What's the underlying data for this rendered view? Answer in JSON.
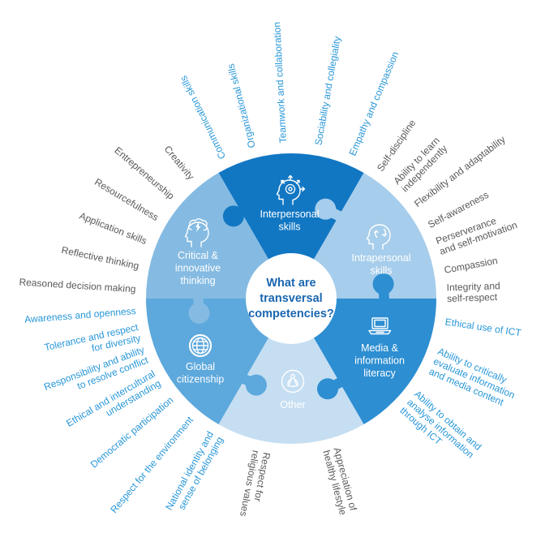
{
  "center": {
    "lines": [
      "What are",
      "transversal",
      "competencies?"
    ],
    "text_color": "#1a67b0"
  },
  "colors": {
    "blue_label": "#2997d8",
    "gray_label": "#59595b",
    "background": "#ffffff"
  },
  "segments": [
    {
      "name": "interpersonal-skills",
      "label_lines": [
        "Interpersonal",
        "skills"
      ],
      "color": "#1277c3",
      "start_angle": 330,
      "end_angle": 390,
      "icon": "head-gear-arrows-icon"
    },
    {
      "name": "intrapersonal-skills",
      "label_lines": [
        "Intrapersonal",
        "skills"
      ],
      "color": "#a6cdeb",
      "start_angle": 30,
      "end_angle": 90,
      "icon": "head-refresh-icon"
    },
    {
      "name": "media-information-literacy",
      "label_lines": [
        "Media &",
        "information",
        "literacy"
      ],
      "color": "#2d8ed2",
      "start_angle": 90,
      "end_angle": 150,
      "icon": "laptop-icon"
    },
    {
      "name": "other",
      "label_lines": [
        "Other"
      ],
      "color": "#c5def2",
      "start_angle": 150,
      "end_angle": 210,
      "icon": "meditation-icon"
    },
    {
      "name": "global-citizenship",
      "label_lines": [
        "Global",
        "citizenship"
      ],
      "color": "#5da8dc",
      "start_angle": 210,
      "end_angle": 270,
      "icon": "globe-gear-icon"
    },
    {
      "name": "critical-innovative-thinking",
      "label_lines": [
        "Critical &",
        "innovative",
        "thinking"
      ],
      "color": "#85bbe2",
      "start_angle": 270,
      "end_angle": 330,
      "icon": "head-lightning-icon"
    }
  ],
  "spokes": [
    {
      "lines": [
        "Communication skills"
      ],
      "angle": 334,
      "color": "blue"
    },
    {
      "lines": [
        "Organizational skills"
      ],
      "angle": 345.5,
      "color": "blue"
    },
    {
      "lines": [
        "Teamwork and collaboration"
      ],
      "angle": 357,
      "color": "blue"
    },
    {
      "lines": [
        "Sociability and collegiality"
      ],
      "angle": 10,
      "color": "blue"
    },
    {
      "lines": [
        "Empathy and compassion"
      ],
      "angle": 23,
      "color": "blue"
    },
    {
      "lines": [
        "Self-discipline"
      ],
      "angle": 34.5,
      "color": "gray"
    },
    {
      "lines": [
        "Ability to learn",
        "independently"
      ],
      "angle": 44,
      "color": "gray"
    },
    {
      "lines": [
        "Flexibility and adaptability"
      ],
      "angle": 53,
      "color": "gray"
    },
    {
      "lines": [
        "Self-awareness"
      ],
      "angle": 62,
      "color": "gray"
    },
    {
      "lines": [
        "Perserverance",
        "and self-motivation"
      ],
      "angle": 70.5,
      "color": "gray"
    },
    {
      "lines": [
        "Compassion"
      ],
      "angle": 79.5,
      "color": "gray"
    },
    {
      "lines": [
        "Integrity and",
        "self-respect"
      ],
      "angle": 88,
      "color": "gray"
    },
    {
      "lines": [
        "Ethical use of ICT"
      ],
      "angle": 98.5,
      "color": "blue"
    },
    {
      "lines": [
        "Ability to critically",
        "evaluate information",
        "and media content"
      ],
      "angle": 113.5,
      "color": "blue"
    },
    {
      "lines": [
        "Ability to obtain and",
        "analyse information",
        "through ICT"
      ],
      "angle": 131,
      "color": "blue"
    },
    {
      "lines": [
        "Appreciation of",
        "healthy lifestyle"
      ],
      "angle": 165,
      "color": "gray"
    },
    {
      "lines": [
        "Respect for",
        "religious values"
      ],
      "angle": 191,
      "color": "gray"
    },
    {
      "lines": [
        "National identity and",
        "sense of belonging"
      ],
      "angle": 209,
      "color": "blue"
    },
    {
      "lines": [
        "Respect for the environment"
      ],
      "angle": 220,
      "color": "blue"
    },
    {
      "lines": [
        "Democratic participation"
      ],
      "angle": 230,
      "color": "blue"
    },
    {
      "lines": [
        "Ethical and intercultural",
        "understanding"
      ],
      "angle": 239.5,
      "color": "blue"
    },
    {
      "lines": [
        "Responsibility and ability",
        "to resolve conflict"
      ],
      "angle": 249,
      "color": "blue"
    },
    {
      "lines": [
        "Tolerance and respect",
        "for diversity"
      ],
      "angle": 257.5,
      "color": "blue"
    },
    {
      "lines": [
        "Awareness and openness"
      ],
      "angle": 265.5,
      "color": "blue"
    },
    {
      "lines": [
        "Reasoned decision making"
      ],
      "angle": 273.5,
      "color": "gray"
    },
    {
      "lines": [
        "Reflective thinking"
      ],
      "angle": 282,
      "color": "gray"
    },
    {
      "lines": [
        "Application skills"
      ],
      "angle": 291.5,
      "color": "gray"
    },
    {
      "lines": [
        "Resourcefulness"
      ],
      "angle": 301,
      "color": "gray"
    },
    {
      "lines": [
        "Entrepreneurship"
      ],
      "angle": 310.5,
      "color": "gray"
    },
    {
      "lines": [
        "Creativity"
      ],
      "angle": 320.5,
      "color": "gray"
    }
  ]
}
